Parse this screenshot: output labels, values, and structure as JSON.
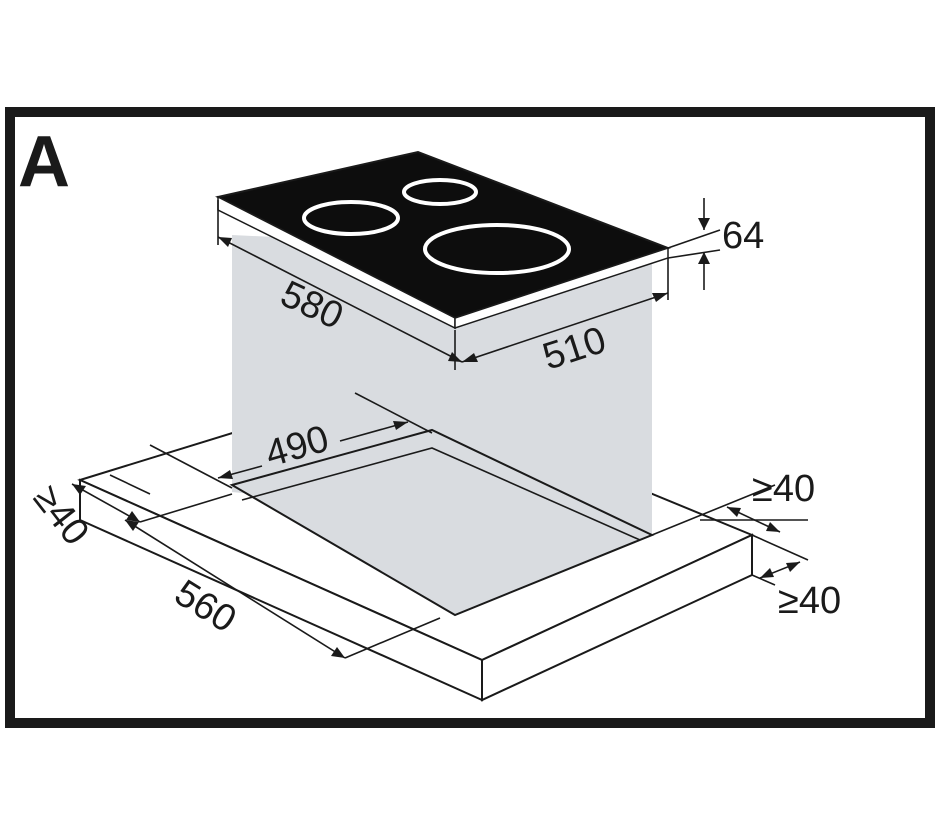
{
  "panel": {
    "label": "A"
  },
  "dimensions": {
    "hob_width": "580",
    "hob_depth": "510",
    "hob_height": "64",
    "cutout_width": "560",
    "cutout_depth": "490",
    "min_clearance_left": "≥40",
    "min_clearance_right_back": "≥40",
    "min_clearance_right_front": "≥40"
  },
  "colors": {
    "frame": "#1a1a1a",
    "hob_glass": "#0d0d0d",
    "cooking_ring": "#ffffff",
    "shade": "#d9dce0",
    "worktop": "#ffffff"
  }
}
